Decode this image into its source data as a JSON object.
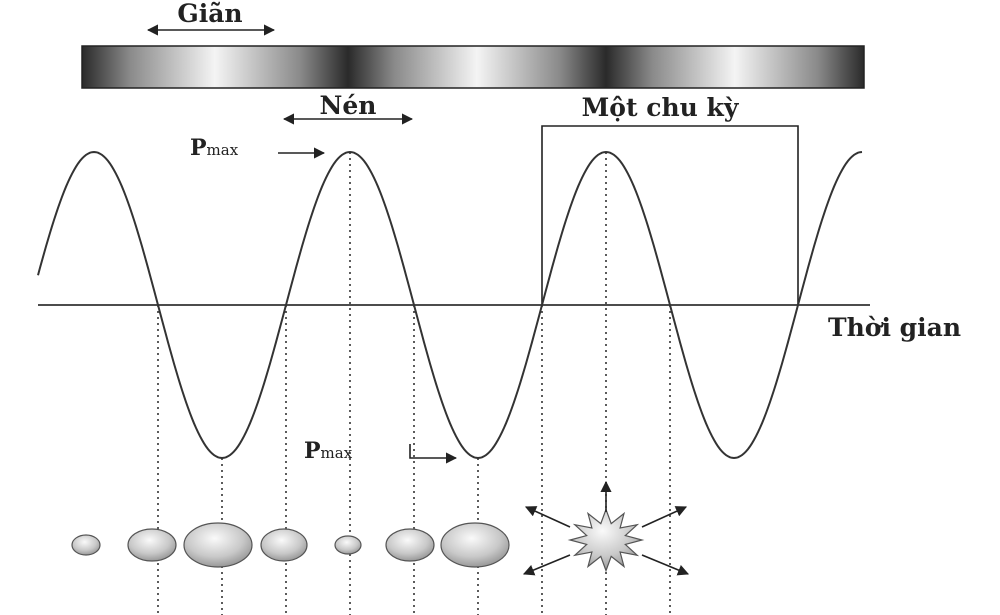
{
  "labels": {
    "rarefaction": "Giãn",
    "compression": "Nén",
    "one_cycle": "Một chu kỳ",
    "time": "Thời gian",
    "pmax_top": {
      "main": "P",
      "sub": "max"
    },
    "pmax_bottom": {
      "main": "P",
      "sub": "max"
    }
  },
  "wave": {
    "cycles_shown": 3.2
  },
  "bubbles": [
    "small",
    "medium",
    "large",
    "medium",
    "small",
    "medium",
    "large",
    "collapse"
  ],
  "colors": {
    "line": "#333333",
    "bubble_edge": "#555555",
    "bar_dark": "#2a2a2a",
    "bar_light": "#f4f4f4"
  }
}
